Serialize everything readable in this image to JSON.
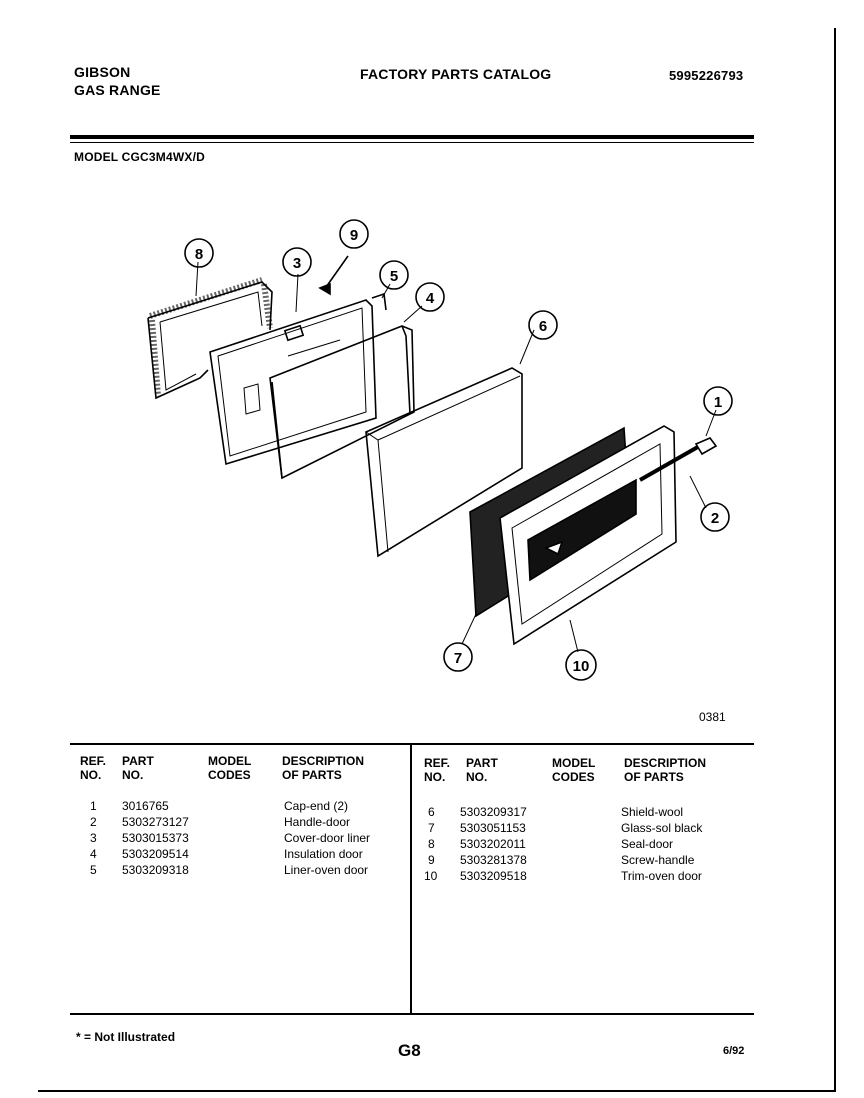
{
  "header": {
    "brand": "GIBSON",
    "product": "GAS RANGE",
    "title": "FACTORY PARTS CATALOG",
    "catalog_number": "5995226793"
  },
  "model_label": "MODEL CGC3M4WX/D",
  "diagram_code": "0381",
  "callouts": [
    "8",
    "3",
    "9",
    "5",
    "4",
    "6",
    "1",
    "2",
    "7",
    "10"
  ],
  "table": {
    "headers": {
      "ref": "REF.\nNO.",
      "part": "PART\nNO.",
      "model": "MODEL\nCODES",
      "desc": "DESCRIPTION\nOF PARTS"
    },
    "left": [
      {
        "ref": "1",
        "part": "3016765",
        "desc": "Cap-end (2)"
      },
      {
        "ref": "2",
        "part": "5303273127",
        "desc": "Handle-door"
      },
      {
        "ref": "3",
        "part": "5303015373",
        "desc": "Cover-door liner"
      },
      {
        "ref": "4",
        "part": "5303209514",
        "desc": "Insulation door"
      },
      {
        "ref": "5",
        "part": "5303209318",
        "desc": "Liner-oven door"
      }
    ],
    "right": [
      {
        "ref": "6",
        "part": "5303209317",
        "desc": "Shield-wool"
      },
      {
        "ref": "7",
        "part": "5303051153",
        "desc": "Glass-sol black"
      },
      {
        "ref": "8",
        "part": "5303202011",
        "desc": "Seal-door"
      },
      {
        "ref": "9",
        "part": "5303281378",
        "desc": "Screw-handle"
      },
      {
        "ref": "10",
        "part": "5303209518",
        "desc": "Trim-oven door"
      }
    ]
  },
  "footer": {
    "note": "* = Not Illustrated",
    "page": "G8",
    "date": "6/92"
  }
}
